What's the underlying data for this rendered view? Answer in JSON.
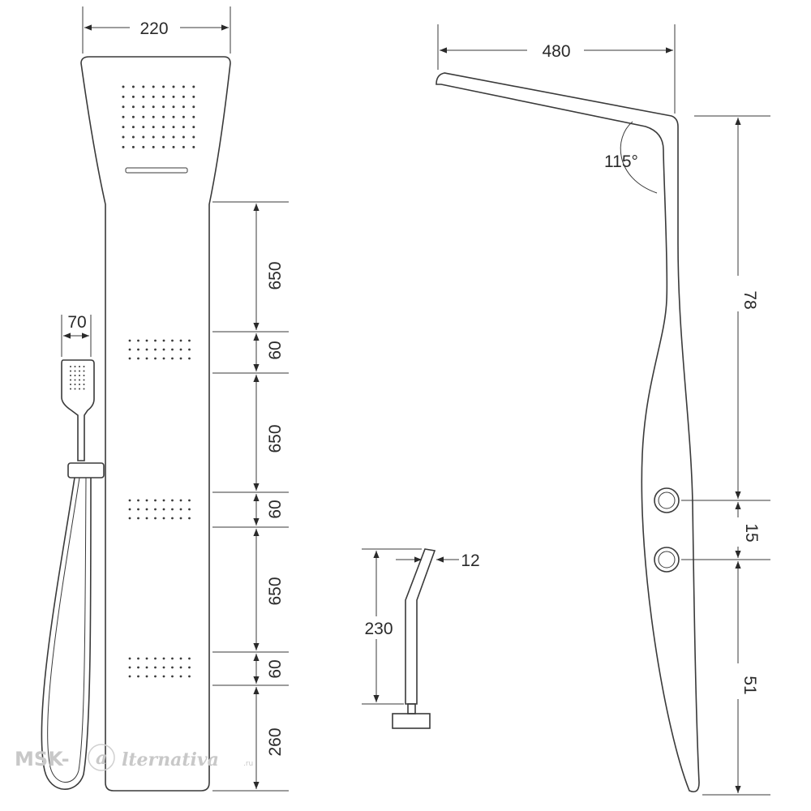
{
  "dimensions": {
    "panel_width": "220",
    "panel_depth": "480",
    "handshower_width": "70",
    "angle": "115°",
    "spacing_1": "650",
    "jet_1": "60",
    "spacing_2": "650",
    "jet_2": "60",
    "spacing_3": "650",
    "jet_3": "60",
    "bottom_gap": "260",
    "side_upper": "78",
    "side_between_knobs": "15",
    "side_lower": "51",
    "spout_height": "230",
    "spout_diameter": "12"
  },
  "watermark": {
    "prefix": "MSK-",
    "logo_letter": "a",
    "suffix": "lternativa",
    "domain": ".ru"
  }
}
